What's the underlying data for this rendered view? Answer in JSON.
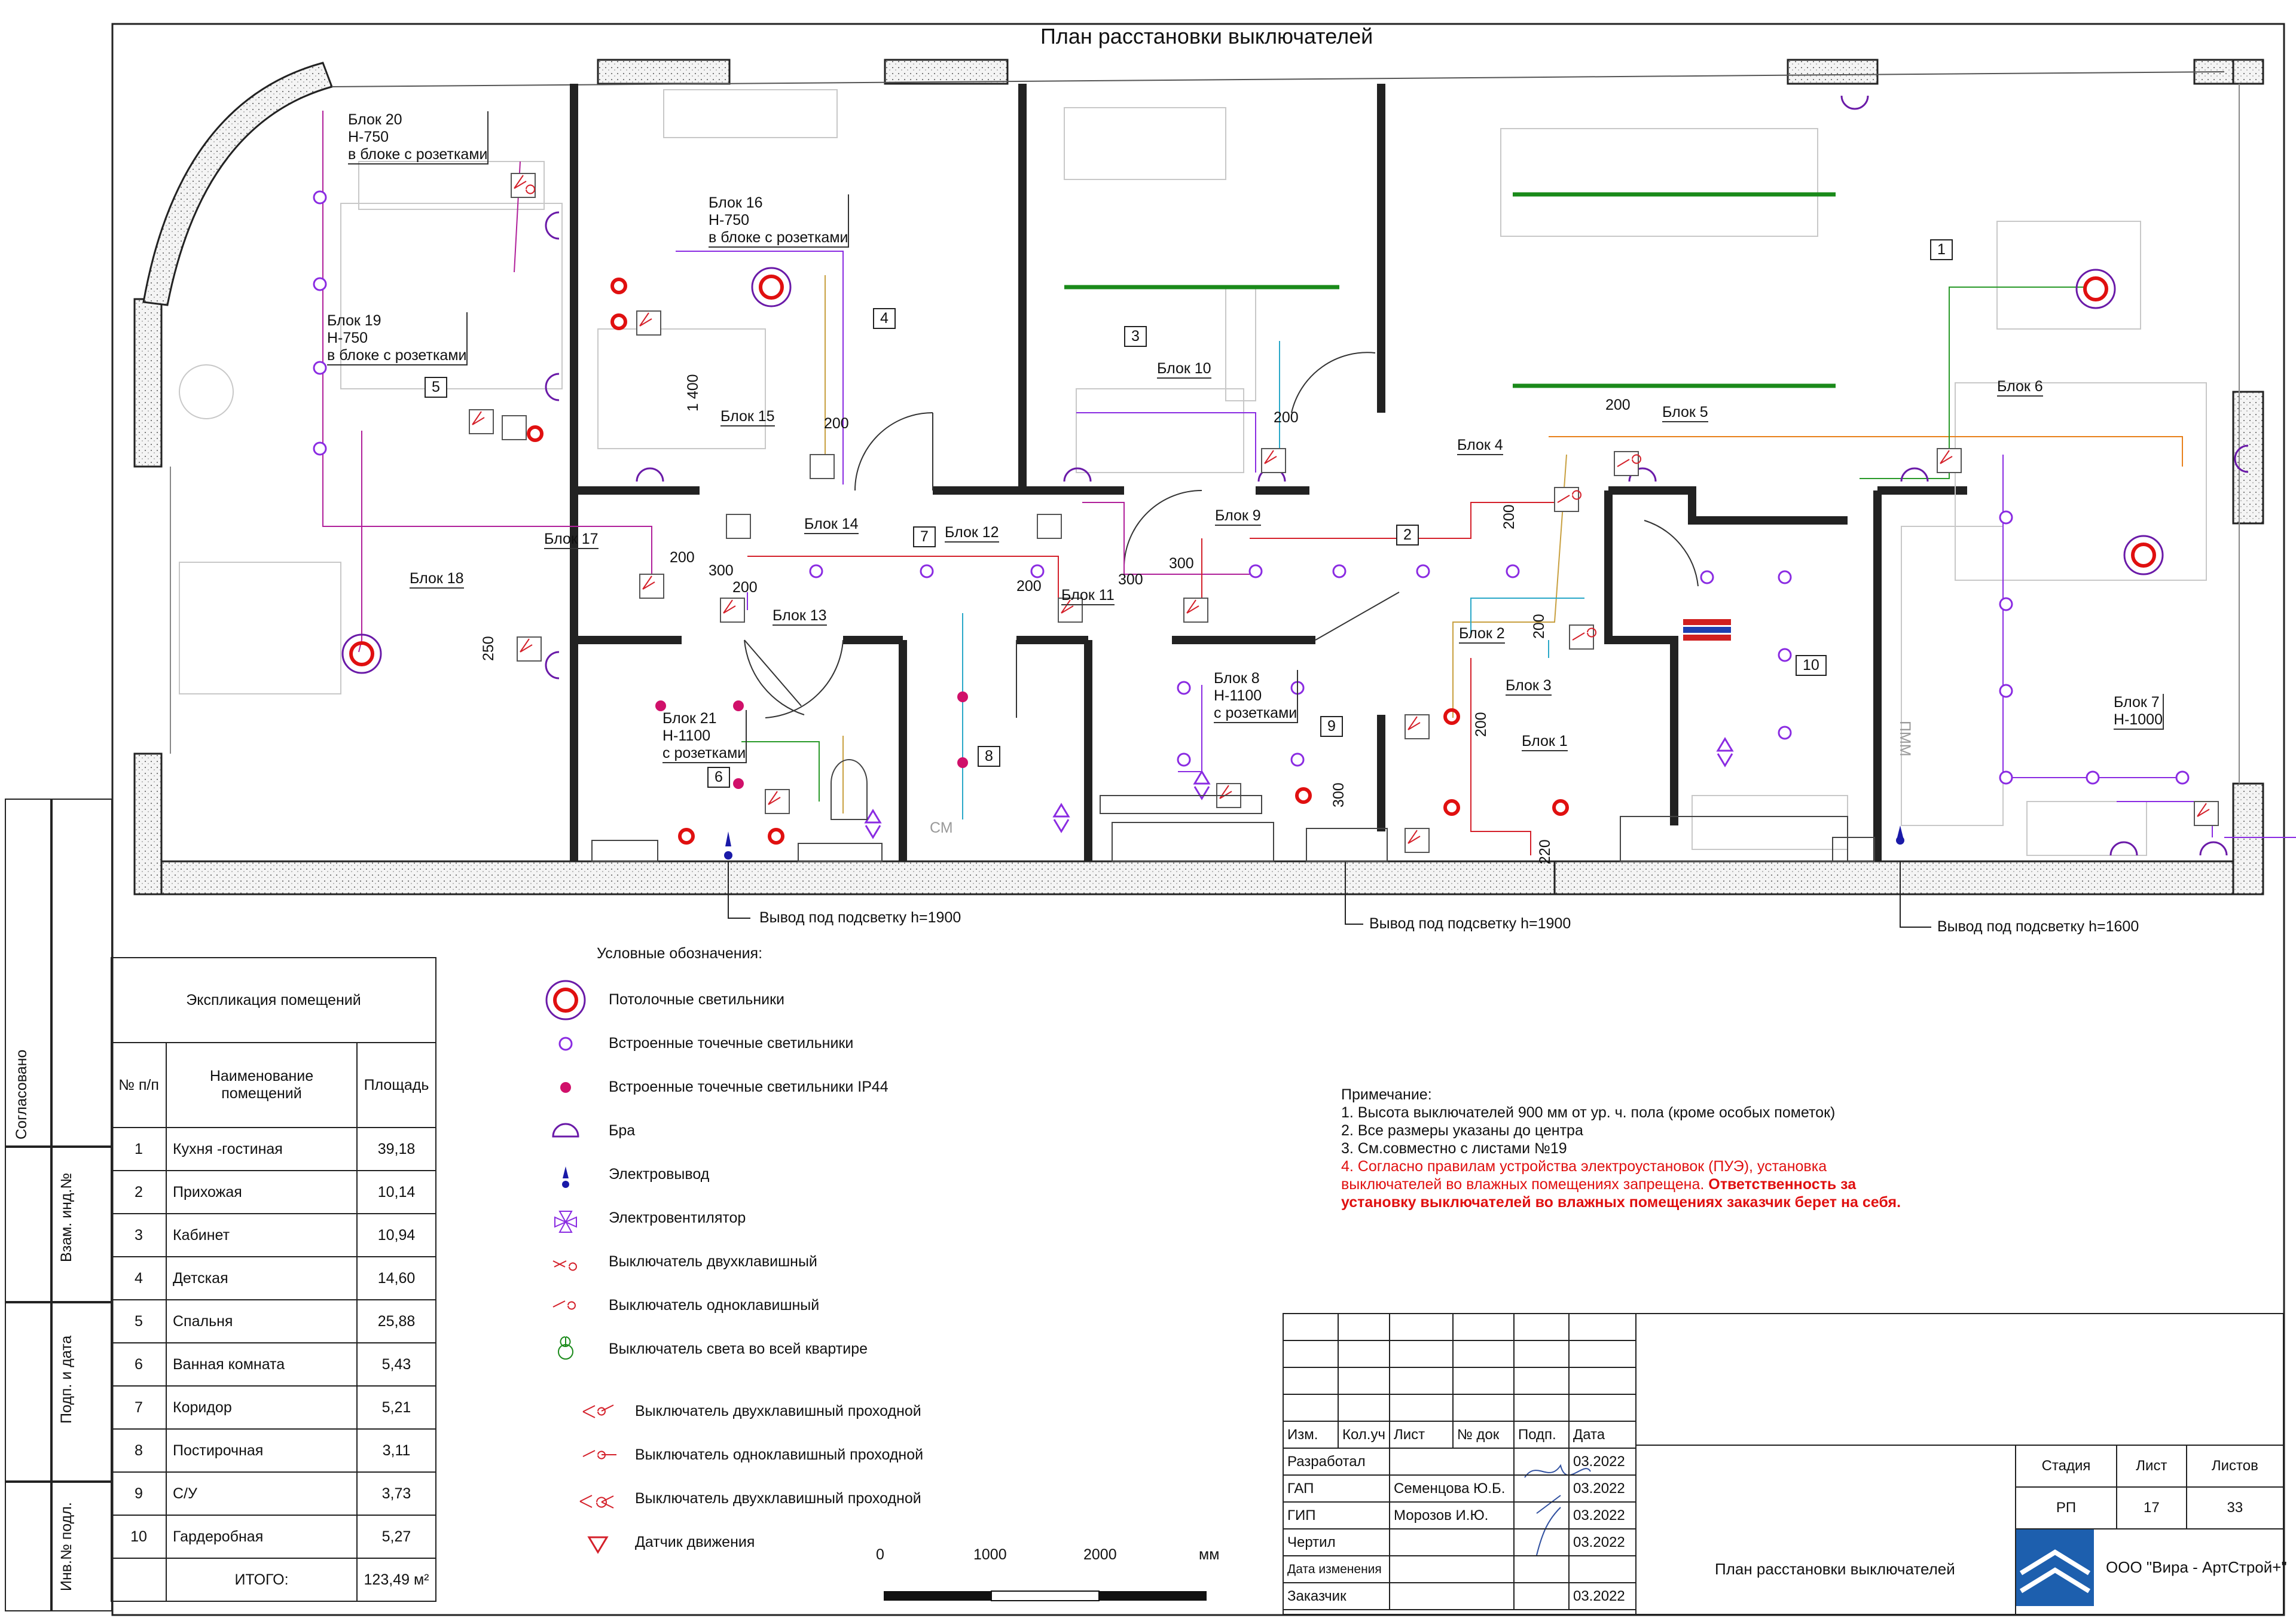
{
  "sheet_title": "План расстановки выключателей",
  "labels": {
    "b20": [
      "Блок 20",
      "Н-750",
      "в блоке с розетками"
    ],
    "b16": [
      "Блок 16",
      "Н-750",
      "в блоке с розетками"
    ],
    "b19": [
      "Блок 19",
      "Н-750",
      "в блоке с розетками"
    ],
    "b21": [
      "Блок 21",
      "Н-1100",
      "с розетками"
    ],
    "b8": [
      "Блок 8",
      "Н-1100",
      "с розетками"
    ],
    "b7": [
      "Блок 7",
      "Н-1000"
    ],
    "b15": "Блок 15",
    "b14": "Блок 14",
    "b13": "Блок 13",
    "b12": "Блок 12",
    "b11": "Блок 11",
    "b10": "Блок 10",
    "b9": "Блок 9",
    "b6": "Блок 6",
    "b5": "Блок 5",
    "b4": "Блок 4",
    "b3": "Блок 3",
    "b2": "Блок 2",
    "b1": "Блок 1",
    "b17": "Блок 17",
    "b18": "Блок 18"
  },
  "dims": {
    "d1400": "1 400",
    "d200": "200",
    "d300": "300",
    "d250": "250",
    "d220": "220"
  },
  "room_numbers": [
    "1",
    "2",
    "3",
    "4",
    "5",
    "6",
    "7",
    "8",
    "9",
    "10"
  ],
  "outputs": {
    "left": "Вывод под подсветку h=1900",
    "middle": "Вывод под подсветку h=1900",
    "right": "Вывод под подсветку h=1600"
  },
  "appliance_labels": {
    "cm": "СМ",
    "pmm": "ПММ"
  },
  "legend": {
    "title": "Условные обозначения:",
    "items": [
      "Потолочные светильники",
      "Встроенные точечные светильники",
      "Встроенные точечные светильники IP44",
      "Бра",
      "Электровывод",
      "Электровентилятор",
      "Выключатель двухклавишный",
      "Выключатель  одноклавишный",
      "Выключатель света во всей квартире",
      "Выключатель двухклавишный проходной",
      "Выключатель  одноклавишный проходной",
      "Выключатель двухклавишный проходной",
      "Датчик движения"
    ]
  },
  "notes": {
    "title": "Примечание:",
    "lines": [
      "1. Высота выключателей 900 мм от ур. ч. пола (кроме особых пометок)",
      "2. Все размеры указаны до центра",
      "3. См.совместно с листами №19"
    ],
    "red_line1": "4. Согласно правилам устройства электроустановок (ПУЭ), установка",
    "red_line2": "выключателей во влажных помещениях запрещена.",
    "red_bold1": "Ответственность за",
    "red_bold2": "установку выключателей во влажных помещениях заказчик берет на себя."
  },
  "scale": {
    "ticks": [
      "0",
      "1000",
      "2000"
    ],
    "unit": "мм"
  },
  "explication": {
    "title": "Экспликация помещений",
    "headers": [
      "№ п/п",
      "Наименование помещений",
      "Площадь"
    ],
    "rows": [
      [
        "1",
        "Кухня -гостиная",
        "39,18"
      ],
      [
        "2",
        "Прихожая",
        "10,14"
      ],
      [
        "3",
        "Кабинет",
        "10,94"
      ],
      [
        "4",
        "Детская",
        "14,60"
      ],
      [
        "5",
        "Спальня",
        "25,88"
      ],
      [
        "6",
        "Ванная комната",
        "5,43"
      ],
      [
        "7",
        "Коридор",
        "5,21"
      ],
      [
        "8",
        "Постирочная",
        "3,11"
      ],
      [
        "9",
        "С/У",
        "3,73"
      ],
      [
        "10",
        "Гардеробная",
        "5,27"
      ]
    ],
    "total_label": "ИТОГО:",
    "total_value": "123,49 м²"
  },
  "side_stamp": [
    "Согласовано",
    "Взам. инд.№",
    "Подп. и дата",
    "Инв.№ подл."
  ],
  "title_block": {
    "headers": [
      "Изм.",
      "Кол.уч",
      "Лист",
      "№ док",
      "Подп.",
      "Дата"
    ],
    "rows": [
      [
        "Разработал",
        "",
        "03.2022"
      ],
      [
        "ГАП",
        "Семенцова Ю.Б.",
        "03.2022"
      ],
      [
        "ГИП",
        "Морозов И.Ю.",
        "03.2022"
      ],
      [
        "Чертил",
        "",
        "03.2022"
      ],
      [
        "Дата изменения",
        "",
        ""
      ],
      [
        "Заказчик",
        "",
        "03.2022"
      ]
    ],
    "stage_headers": [
      "Стадия",
      "Лист",
      "Листов"
    ],
    "stage_values": [
      "РП",
      "17",
      "33"
    ],
    "sheet_name": "План расстановки выключателей",
    "company": "ООО \"Вира - АртСтрой+\""
  },
  "colors": {
    "wall": "#222222",
    "lamp_red": "#e01010",
    "spot": "#8a2be2",
    "spot_ip44": "#d0106a",
    "sconce": "#6a1aa8",
    "green_led": "#1a8a1a",
    "logo": "#1d5fae"
  }
}
